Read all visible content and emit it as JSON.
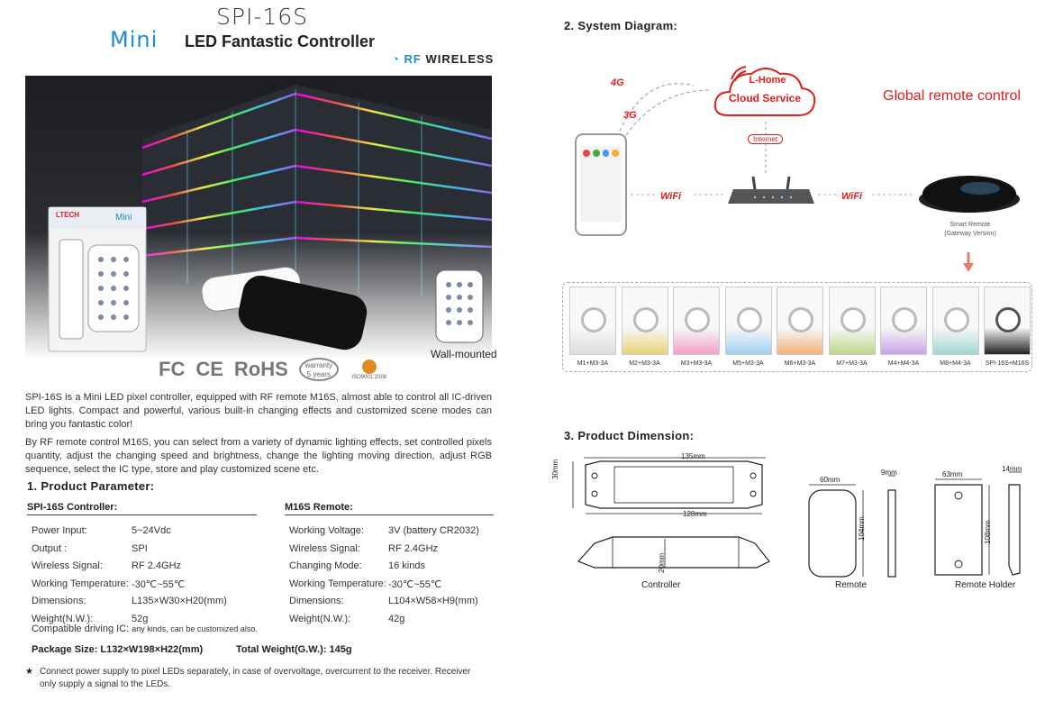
{
  "header": {
    "model": "SPI-16S",
    "series": "Mini",
    "title": "LED Fantastic Controller",
    "rf_prefix": "RF",
    "rf_word": "WIRELESS"
  },
  "hero": {
    "package_brand": "LTECH",
    "package_series": "Mini",
    "wall_mounted": "Wall-mounted"
  },
  "certs": {
    "fc": "FC",
    "ce": "CE",
    "rohs": "RoHS",
    "warranty_top": "warranty",
    "warranty_bottom": "5 years",
    "iso": "ISO9001:2008"
  },
  "intro": {
    "p1": "SPI-16S is a Mini LED pixel controller, equipped with RF remote M16S, almost able to control all IC-driven LED lights. Compact and powerful, various built-in changing effects and customized scene modes can bring you fantastic color!",
    "p2": "By RF remote control M16S, you can select from a variety of dynamic lighting effects, set controlled pixels quantity, adjust the changing speed and brightness, change the lighting moving direction, adjust RGB sequence, select the IC type, store and play customized scene etc."
  },
  "params": {
    "section": "1.  Product Parameter:",
    "controller_head": "SPI-16S Controller:",
    "remote_head": "M16S Remote:",
    "controller": [
      {
        "k": "Power Input:",
        "v": "5~24Vdc"
      },
      {
        "k": "Output :",
        "v": "SPI"
      },
      {
        "k": "Wireless Signal:",
        "v": "RF 2.4GHz"
      },
      {
        "k": "Working Temperature:",
        "v": "-30℃~55℃"
      },
      {
        "k": "Dimensions:",
        "v": "L135×W30×H20(mm)"
      },
      {
        "k": "Weight(N.W.):",
        "v": "52g"
      }
    ],
    "remote": [
      {
        "k": "Working Voltage:",
        "v": "3V (battery CR2032)"
      },
      {
        "k": "Wireless Signal:",
        "v": "RF 2.4GHz"
      },
      {
        "k": "Changing Mode:",
        "v": "16 kinds"
      },
      {
        "k": "Working Temperature:",
        "v": "-30℃~55℃"
      },
      {
        "k": "Dimensions:",
        "v": "L104×W58×H9(mm)"
      },
      {
        "k": "Weight(N.W.):",
        "v": "42g"
      }
    ],
    "compatible_label": "Compatible driving IC:",
    "compatible_value": "any kinds, can be customized also.",
    "package_size": "Package Size: L132×W198×H22(mm)",
    "total_weight": "Total Weight(G.W.): 145g",
    "note_star": "★",
    "note": "Connect power supply to pixel LEDs separately, in case of overvoltage, overcurrent to the receiver. Receiver only supply a signal to the LEDs."
  },
  "system": {
    "section": "2.  System Diagram:",
    "net_4g": "4G",
    "net_3g": "3G",
    "cloud_line1": "L-Home",
    "cloud_line2": "Cloud Service",
    "global": "Global remote control",
    "internet": "Internet",
    "wifi": "WiFi",
    "gateway_line1": "Smart Remote",
    "gateway_line2": "(Gateway Version)",
    "panels": [
      "M1+M3-3A",
      "M2+M3-3A",
      "M3+M3-3A",
      "M5+M3-3A",
      "M6+M3-3A",
      "M7+M3-3A",
      "M4+M4-3A",
      "M8+M4-3A",
      "SPI-16S+M16S"
    ]
  },
  "dimension": {
    "section": "3.  Product Dimension:",
    "ctrl_length": "135mm",
    "ctrl_inner": "128mm",
    "ctrl_width": "30mm",
    "ctrl_height": "20mm",
    "remote_width": "60mm",
    "remote_height": "104mm",
    "remote_thick": "9mm",
    "holder_width": "63mm",
    "holder_height": "108mm",
    "holder_thick": "14mm",
    "cap_controller": "Controller",
    "cap_remote": "Remote",
    "cap_holder": "Remote Holder"
  },
  "colors": {
    "accent_blue": "#1e8bd6",
    "accent_red": "#e31b1b"
  }
}
